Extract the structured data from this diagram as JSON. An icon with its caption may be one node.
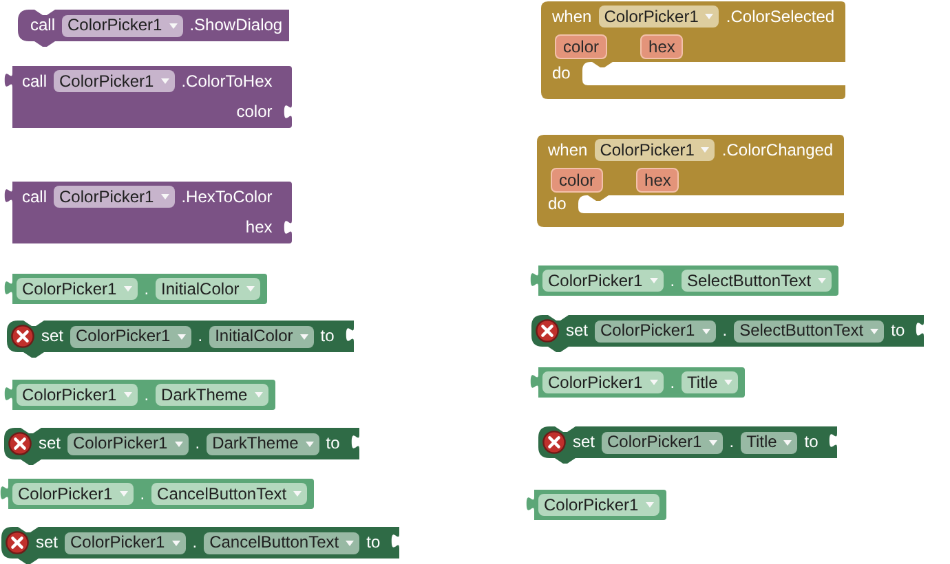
{
  "diagram": {
    "nodes": [
      {
        "text": [
          "call",
          "ColorPicker1",
          ".ShowDialog"
        ]
      },
      {
        "text": [
          "call",
          "ColorPicker1",
          ".ColorToHex",
          "color"
        ]
      },
      {
        "text": [
          "call",
          "ColorPicker1",
          ".HexToColor",
          "hex"
        ]
      },
      {
        "text": [
          "ColorPicker1",
          ".",
          "InitialColor"
        ]
      },
      {
        "text": [
          "set",
          "ColorPicker1",
          ".",
          "InitialColor",
          "to"
        ]
      },
      {
        "text": [
          "ColorPicker1",
          ".",
          "DarkTheme"
        ]
      },
      {
        "text": [
          "set",
          "ColorPicker1",
          ".",
          "DarkTheme",
          "to"
        ]
      },
      {
        "text": [
          "ColorPicker1",
          ".",
          "CancelButtonText"
        ]
      },
      {
        "text": [
          "set",
          "ColorPicker1",
          ".",
          "CancelButtonText",
          "to"
        ]
      },
      {
        "text": [
          "when",
          "ColorPicker1",
          ".ColorSelected",
          "color",
          "hex",
          "do"
        ]
      },
      {
        "text": [
          "when",
          "ColorPicker1",
          ".ColorChanged",
          "color",
          "hex",
          "do"
        ]
      },
      {
        "text": [
          "ColorPicker1",
          ".",
          "SelectButtonText"
        ]
      },
      {
        "text": [
          "set",
          "ColorPicker1",
          ".",
          "SelectButtonText",
          "to"
        ]
      },
      {
        "text": [
          "ColorPicker1",
          ".",
          "Title"
        ]
      },
      {
        "text": [
          "set",
          "ColorPicker1",
          ".",
          "Title",
          "to"
        ]
      },
      {
        "text": [
          "ColorPicker1"
        ]
      }
    ]
  }
}
